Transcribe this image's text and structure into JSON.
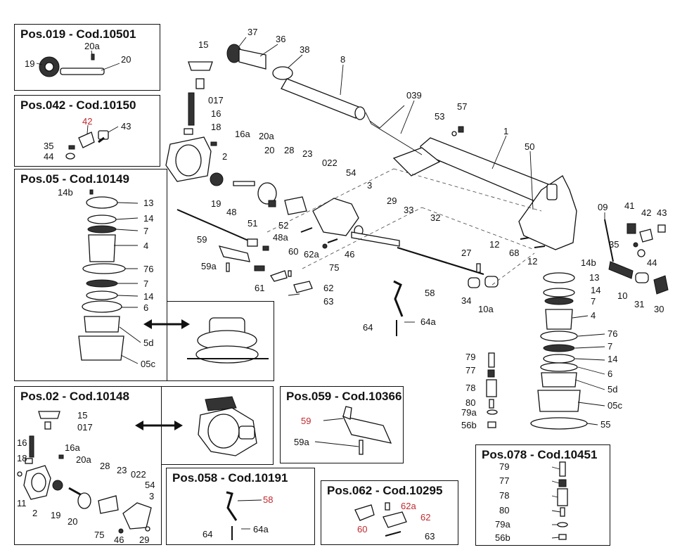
{
  "boxes": {
    "b019": {
      "title": "Pos.019 - Cod.10501"
    },
    "b042": {
      "title": "Pos.042 - Cod.10150"
    },
    "b05": {
      "title": "Pos.05 - Cod.10149"
    },
    "b02": {
      "title": "Pos.02 - Cod.10148"
    },
    "b059": {
      "title": "Pos.059 - Cod.10366"
    },
    "b058": {
      "title": "Pos.058 - Cod.10191"
    },
    "b062": {
      "title": "Pos.062 - Cod.10295"
    },
    "b078": {
      "title": "Pos.078 - Cod.10451"
    }
  },
  "labels": {
    "b019": [
      "19",
      "20a",
      "20"
    ],
    "b042": [
      "42",
      "43",
      "35",
      "44"
    ],
    "b05": [
      "14b",
      "13",
      "14",
      "7",
      "4",
      "76",
      "7",
      "14",
      "6",
      "5d",
      "05c"
    ],
    "b02": [
      "15",
      "017",
      "16",
      "18",
      "16a",
      "20a",
      "28",
      "23",
      "022",
      "54",
      "3",
      "11",
      "2",
      "19",
      "20",
      "75",
      "46",
      "29"
    ],
    "b059": [
      "59",
      "59a"
    ],
    "b058": [
      "58",
      "64",
      "64a"
    ],
    "b062": [
      "62a",
      "62",
      "60",
      "63"
    ],
    "b078": [
      "79",
      "77",
      "78",
      "80",
      "79a",
      "56b"
    ],
    "main": [
      "37",
      "36",
      "38",
      "8",
      "15",
      "017",
      "16",
      "18",
      "16a",
      "2",
      "19",
      "20a",
      "20",
      "28",
      "23",
      "022",
      "54",
      "3",
      "039",
      "53",
      "57",
      "1",
      "50",
      "48",
      "51",
      "48a",
      "52",
      "59",
      "59a",
      "60",
      "61",
      "62a",
      "62",
      "63",
      "46",
      "75",
      "29",
      "33",
      "32",
      "27",
      "34",
      "10a",
      "58",
      "64",
      "64a",
      "12",
      "68",
      "12",
      "41",
      "42",
      "43",
      "09",
      "35",
      "44",
      "14b",
      "13",
      "10",
      "31",
      "30",
      "14",
      "7",
      "4",
      "76",
      "7",
      "14",
      "6",
      "5d",
      "05c",
      "55",
      "79",
      "77",
      "78",
      "80",
      "79a",
      "56b"
    ]
  }
}
